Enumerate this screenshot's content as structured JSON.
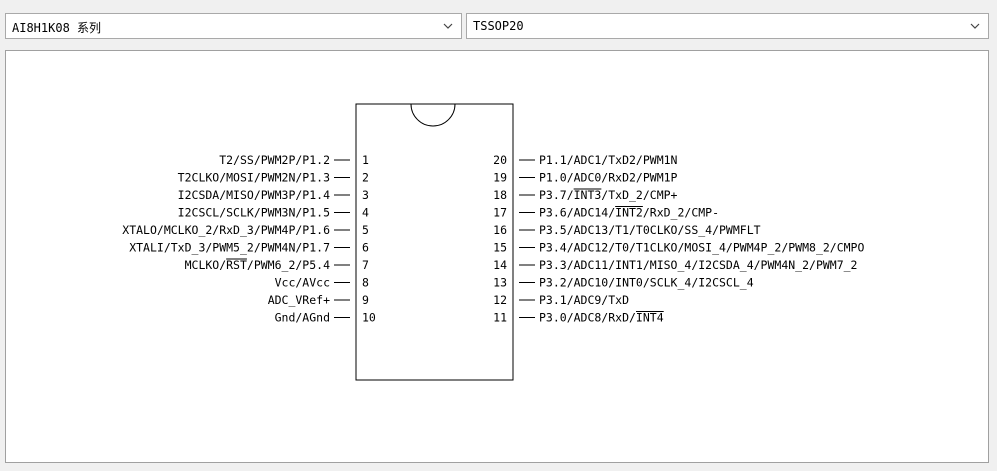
{
  "series_select": {
    "value": "AI8H1K08 系列"
  },
  "package_select": {
    "value": "TSSOP20"
  },
  "chip": {
    "left_pins": [
      {
        "num": "1",
        "label": "T2/SS/PWM2P/P1.2"
      },
      {
        "num": "2",
        "label": "T2CLKO/MOSI/PWM2N/P1.3"
      },
      {
        "num": "3",
        "label": "I2CSDA/MISO/PWM3P/P1.4"
      },
      {
        "num": "4",
        "label": "I2CSCL/SCLK/PWM3N/P1.5"
      },
      {
        "num": "5",
        "label": "XTALO/MCLKO_2/RxD_3/PWM4P/P1.6"
      },
      {
        "num": "6",
        "label": "XTALI/TxD_3/PWM5_2/PWM4N/P1.7"
      },
      {
        "num": "7",
        "label": "MCLKO/RST/PWM6_2/P5.4",
        "overline": "RST"
      },
      {
        "num": "8",
        "label": "Vcc/AVcc"
      },
      {
        "num": "9",
        "label": "ADC_VRef+"
      },
      {
        "num": "10",
        "label": "Gnd/AGnd"
      }
    ],
    "right_pins": [
      {
        "num": "20",
        "label": "P1.1/ADC1/TxD2/PWM1N"
      },
      {
        "num": "19",
        "label": "P1.0/ADC0/RxD2/PWM1P"
      },
      {
        "num": "18",
        "label": "P3.7/INT3/TxD_2/CMP+",
        "overline": "INT3"
      },
      {
        "num": "17",
        "label": "P3.6/ADC14/INT2/RxD_2/CMP-",
        "overline": "INT2"
      },
      {
        "num": "16",
        "label": "P3.5/ADC13/T1/T0CLKO/SS_4/PWMFLT"
      },
      {
        "num": "15",
        "label": "P3.4/ADC12/T0/T1CLKO/MOSI_4/PWM4P_2/PWM8_2/CMPO"
      },
      {
        "num": "14",
        "label": "P3.3/ADC11/INT1/MISO_4/I2CSDA_4/PWM4N_2/PWM7_2"
      },
      {
        "num": "13",
        "label": "P3.2/ADC10/INT0/SCLK_4/I2CSCL_4"
      },
      {
        "num": "12",
        "label": "P3.1/ADC9/TxD"
      },
      {
        "num": "11",
        "label": "P3.0/ADC8/RxD/INT4",
        "overline": "INT4"
      }
    ]
  }
}
